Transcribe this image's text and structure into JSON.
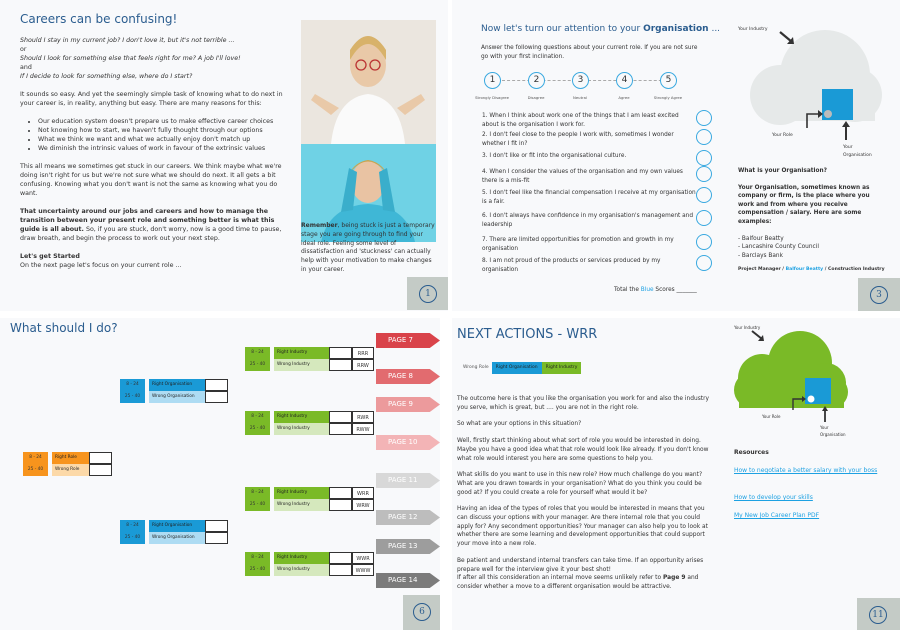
{
  "page1": {
    "title": "Careers can be confusing!",
    "q1": "Should I stay in my current job? I don't love it, but it's not terrible ...",
    "or": "or",
    "q2": "Should I look for something else that feels right for me? A job I'll love!",
    "and": "and",
    "q3": "If I decide to look for something else, where do I start?",
    "p1": "It sounds so easy. And yet the seemingly simple task of knowing what to do next in your career is, in reality, anything but easy. There are many reasons for this:",
    "bullets": [
      "Our education system doesn't prepare us to make effective career choices",
      "Not knowing how to start, we haven't fully thought through our options",
      "What we think we want and what we actually enjoy don't match up",
      "We diminish the intrinsic values of work in favour of the extrinsic values"
    ],
    "p2": "This all means we sometimes get stuck in our careers. We think maybe what we're doing isn't right for us but we're not sure what we should do next. It all gets a bit confusing. Knowing what you don't want is not the same as knowing what you do want.",
    "p3_bold": "That uncertainty around our jobs and careers and how to manage the transition between your present role and something better is what this guide is all about.",
    "p3_rest": " So, if you are stuck, don't worry, now is a good time to pause, draw breath, and begin the process to work out your next step.",
    "started_heading": "Let's get Started",
    "started_text": "On the next page let's focus on your current role ...",
    "remember_bold": "Remember",
    "remember_text": ", being stuck is just a temporary stage you are going through to find your ideal role. Feeling some level of dissatisfaction and 'stuckness' can actually help with your motivation to make changes in your career.",
    "page_number": "1"
  },
  "page3": {
    "title_pre": "Now let's turn our attention to your ",
    "title_bold": "Organisation",
    "title_post": " ...",
    "intro": "Answer the following questions about your current role. If you are not sure go with your first inclination.",
    "scale": [
      {
        "n": "1",
        "label": "Strongly Disagree"
      },
      {
        "n": "2",
        "label": "Disagree"
      },
      {
        "n": "3",
        "label": "Neutral"
      },
      {
        "n": "4",
        "label": "Agree"
      },
      {
        "n": "5",
        "label": "Strongly Agree"
      }
    ],
    "questions": [
      "1. When I think about work one of the things that I am least excited about is the organisation I work for.",
      "2. I don't feel close to the people I work with, sometimes I wonder whether I fit in?",
      "3. I don't like or fit into the organisational culture.",
      "4. When I consider the values of the organisation and my own values there is a mis-fit",
      "5. I don't feel like the financial compensation I receive at my organisation is a fair.",
      "6. I don't always have confidence in my organisation's management and leadership",
      "7. There are limited opportunities for promotion and growth in my organisation",
      "8.  I am not proud of the products or services produced by my organisation"
    ],
    "total_pre": "Total the ",
    "total_blue": "Blue",
    "total_post": " Scores _______",
    "diagram": {
      "industry": "Your Industry",
      "role": "Your Role",
      "org1": "Your",
      "org2": "Organisation"
    },
    "what_heading": "What is your Organisation?",
    "what_text": "Your Organisation, sometimes known as company or firm, is the place where you work and from where you receive compensation / salary. Here are some examples:",
    "examples": [
      "- Balfour Beatty",
      "- Lancashire County Council",
      "- Barclays Bank"
    ],
    "path_pre": "Project Manager / ",
    "path_link": "Balfour Beatty",
    "path_post": " / Construction Industry",
    "page_number": "3",
    "colors": {
      "blue": "#1a9ad6",
      "cloud": "#e6e9e9"
    }
  },
  "page6": {
    "title": "What should I do?",
    "ranges": [
      "8 - 24",
      "25 - 40"
    ],
    "role_labels": [
      "Right Role",
      "Wrong Role"
    ],
    "org_labels": [
      "Right Organisation",
      "Wrong Organisation"
    ],
    "industry_labels": [
      "Right Industry",
      "Wrong Industry"
    ],
    "codes": [
      [
        "RRR",
        "RRW"
      ],
      [
        "RWR",
        "RWW"
      ],
      [
        "WRR",
        "WRW"
      ],
      [
        "WWR",
        "WWW"
      ]
    ],
    "pages": [
      "PAGE 7",
      "PAGE 8",
      "PAGE 9",
      "PAGE 10",
      "PAGE 11",
      "PAGE 12",
      "PAGE 13",
      "PAGE 14"
    ],
    "page_colors": [
      "#d9434a",
      "#e26b6f",
      "#ec9a9c",
      "#f3b4b6",
      "#d8d8d8",
      "#bdbdbd",
      "#9d9d9d",
      "#7b7b7b"
    ],
    "page_number": "6"
  },
  "page11": {
    "title": "NEXT ACTIONS - WRR",
    "tags": [
      "Wrong Role",
      "Right Organisation",
      "Right Industry"
    ],
    "p1": "The outcome here is that you like the organisation you work for and also the industry you serve, which is great, but .... you are not in the right role.",
    "p2": "So what are your options in this situation?",
    "p3": "Well, firstly start thinking about what sort of role you would be interested in doing.  Maybe you have a good idea what that role would look like already. If you don't know what role would interest you here are some questions to help you.",
    "p4": "What skills do you want to use in this new role? How much challenge do you want? What are you drawn towards in your organisation? What do you think you could be good at? If you could create a role for yourself what would it be?",
    "p5": "Having an idea of the types of roles that you would be interested in means that you can discuss your options with your manager. Are there internal role that you could apply for? Any secondment opportunities? Your manager can also help you to look at whether there are some learning and development opportunities that could support your move into a new role.",
    "p6a": "Be patient and understand internal transfers can take time. If an opportunity arises prepare well for the interview give it your best shot!",
    "p6b_pre": "If after all this consideration an internal move seems unlikely refer to ",
    "p6b_bold": "Page 9",
    "p6b_post": " and consider whether a move to a different organisation would be attractive.",
    "diagram": {
      "industry": "Your Industry",
      "role": "Your Role",
      "org1": "Your",
      "org2": "Organisation"
    },
    "resources_heading": "Resources",
    "links": [
      "How to negotiate a better salary with your boss",
      "How to develop your skills",
      "My New Job Career Plan PDF"
    ],
    "page_number": "11",
    "colors": {
      "green": "#7aba27",
      "blue": "#1a9ad6"
    }
  }
}
